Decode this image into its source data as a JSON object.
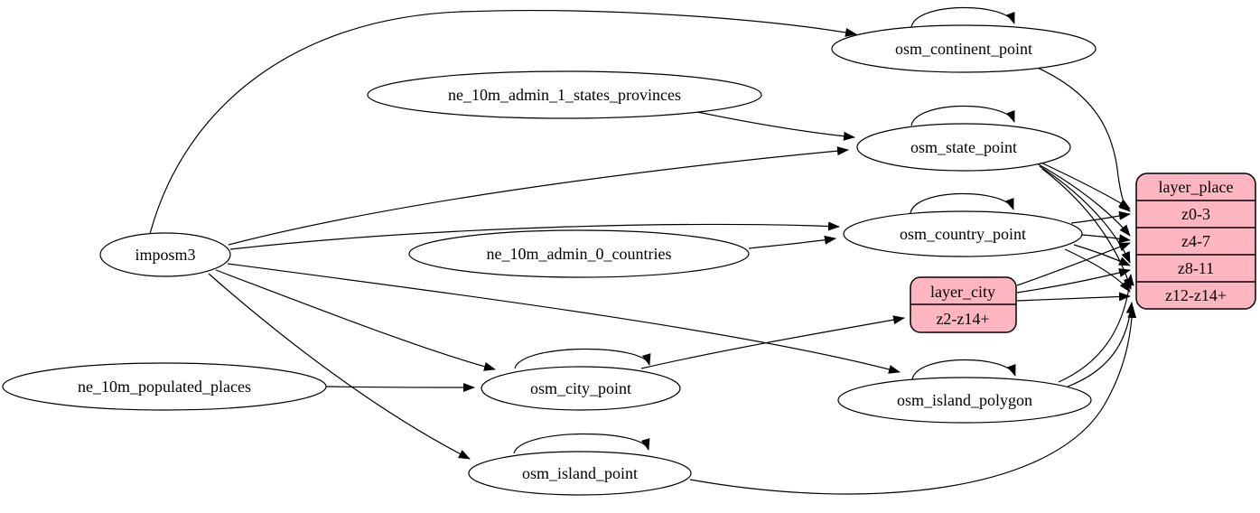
{
  "diagram": {
    "kind": "etl-graph",
    "colors": {
      "background": "#ffffff",
      "record_fill": "#ffb6c1",
      "node_stroke": "#000000",
      "edge_stroke": "#000000"
    },
    "nodes": {
      "imposm3": {
        "label": "imposm3",
        "shape": "ellipse"
      },
      "ne_10m_admin_1_states_provinces": {
        "label": "ne_10m_admin_1_states_provinces",
        "shape": "ellipse"
      },
      "ne_10m_admin_0_countries": {
        "label": "ne_10m_admin_0_countries",
        "shape": "ellipse"
      },
      "ne_10m_populated_places": {
        "label": "ne_10m_populated_places",
        "shape": "ellipse"
      },
      "osm_continent_point": {
        "label": "osm_continent_point",
        "shape": "ellipse"
      },
      "osm_state_point": {
        "label": "osm_state_point",
        "shape": "ellipse"
      },
      "osm_country_point": {
        "label": "osm_country_point",
        "shape": "ellipse"
      },
      "osm_city_point": {
        "label": "osm_city_point",
        "shape": "ellipse"
      },
      "osm_island_polygon": {
        "label": "osm_island_polygon",
        "shape": "ellipse"
      },
      "osm_island_point": {
        "label": "osm_island_point",
        "shape": "ellipse"
      },
      "layer_city": {
        "title": "layer_city",
        "rows": [
          "z2-z14+"
        ],
        "shape": "record"
      },
      "layer_place": {
        "title": "layer_place",
        "rows": [
          "z0-3",
          "z4-7",
          "z8-11",
          "z12-z14+"
        ],
        "shape": "record"
      }
    },
    "edges": [
      {
        "from": "imposm3",
        "to": "osm_continent_point"
      },
      {
        "from": "imposm3",
        "to": "osm_state_point"
      },
      {
        "from": "imposm3",
        "to": "osm_country_point"
      },
      {
        "from": "imposm3",
        "to": "osm_city_point"
      },
      {
        "from": "imposm3",
        "to": "osm_island_polygon"
      },
      {
        "from": "imposm3",
        "to": "osm_island_point"
      },
      {
        "from": "ne_10m_admin_1_states_provinces",
        "to": "osm_state_point"
      },
      {
        "from": "ne_10m_admin_0_countries",
        "to": "osm_country_point"
      },
      {
        "from": "ne_10m_populated_places",
        "to": "osm_city_point"
      },
      {
        "from": "osm_continent_point",
        "to": "osm_continent_point",
        "self_loop": true
      },
      {
        "from": "osm_state_point",
        "to": "osm_state_point",
        "self_loop": true
      },
      {
        "from": "osm_country_point",
        "to": "osm_country_point",
        "self_loop": true
      },
      {
        "from": "osm_city_point",
        "to": "osm_city_point",
        "self_loop": true
      },
      {
        "from": "osm_island_polygon",
        "to": "osm_island_polygon",
        "self_loop": true
      },
      {
        "from": "osm_island_point",
        "to": "osm_island_point",
        "self_loop": true
      },
      {
        "from": "osm_continent_point",
        "to": "layer_place",
        "to_row": "z0-3"
      },
      {
        "from": "osm_state_point",
        "to": "layer_place",
        "to_row": "z0-3"
      },
      {
        "from": "osm_state_point",
        "to": "layer_place",
        "to_row": "z4-7"
      },
      {
        "from": "osm_state_point",
        "to": "layer_place",
        "to_row": "z8-11"
      },
      {
        "from": "osm_state_point",
        "to": "layer_place",
        "to_row": "z12-z14+"
      },
      {
        "from": "osm_country_point",
        "to": "layer_place",
        "to_row": "z0-3"
      },
      {
        "from": "osm_country_point",
        "to": "layer_place",
        "to_row": "z4-7"
      },
      {
        "from": "osm_country_point",
        "to": "layer_place",
        "to_row": "z8-11"
      },
      {
        "from": "osm_country_point",
        "to": "layer_place",
        "to_row": "z12-z14+"
      },
      {
        "from": "osm_city_point",
        "to": "layer_city",
        "to_row": "z2-z14+"
      },
      {
        "from": "layer_city",
        "to": "layer_place",
        "to_row": "z4-7"
      },
      {
        "from": "layer_city",
        "to": "layer_place",
        "to_row": "z8-11"
      },
      {
        "from": "layer_city",
        "to": "layer_place",
        "to_row": "z12-z14+"
      },
      {
        "from": "osm_island_polygon",
        "to": "layer_place",
        "to_row": "z8-11"
      },
      {
        "from": "osm_island_polygon",
        "to": "layer_place",
        "to_row": "z12-z14+"
      },
      {
        "from": "osm_island_point",
        "to": "layer_place",
        "to_row": "z12-z14+"
      }
    ]
  }
}
